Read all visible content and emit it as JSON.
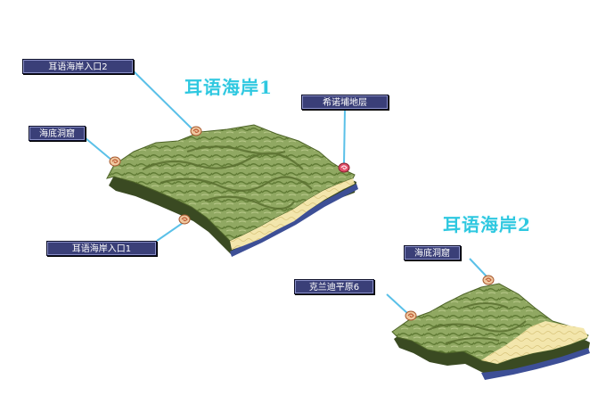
{
  "regions": [
    {
      "title": "耳语海岸1"
    },
    {
      "title": "耳语海岸2"
    }
  ],
  "portals": [
    {
      "label": "耳语海岸入口2"
    },
    {
      "label": "海底洞窟"
    },
    {
      "label": "希诺埔地层"
    },
    {
      "label": "耳语海岸入口1"
    },
    {
      "label": "海底洞窟"
    },
    {
      "label": "克兰迪平原6"
    }
  ],
  "colors": {
    "label_bg": "#3a3f78",
    "label_border": "#0c0e28",
    "title_text": "#2ec8e0",
    "pointer_line": "#5ac0e8",
    "terrain_grass": "#8aa35a",
    "terrain_sand": "#f2e4a8",
    "terrain_water_edge": "#3d4f96",
    "portal_marker": "#e8a070"
  },
  "icons": {
    "portal": "portal-swirl-icon"
  }
}
